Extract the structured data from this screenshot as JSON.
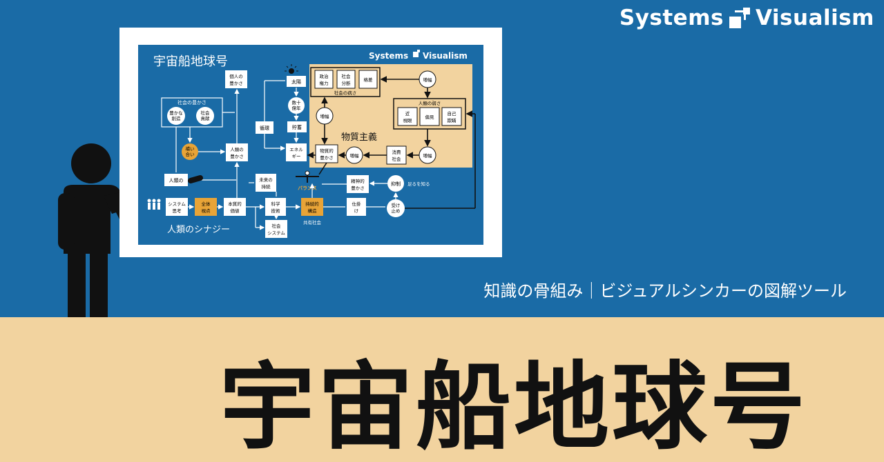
{
  "brand": {
    "left": "Systems",
    "right": "Visualism"
  },
  "tagline": "知識の骨組み｜ビジュアルシンカーの図解ツール",
  "title": "宇宙船地球号",
  "diagram": {
    "title": "宇宙船地球号",
    "brand_left": "Systems",
    "brand_right": "Visualism",
    "society_richness": "社会の豊かさ",
    "rich_creation": [
      "豊かな",
      "創造"
    ],
    "social_contribution": [
      "社会",
      "貢献"
    ],
    "individual_richness": [
      "個人の",
      "豊かさ"
    ],
    "sun": "太陽",
    "hundreds_years": [
      "数十",
      "億年"
    ],
    "storage": "貯蓄",
    "circulation": "循環",
    "energy": [
      "エネル",
      "ギー"
    ],
    "mutual_support": [
      "補い",
      "合い"
    ],
    "humanity_richness": [
      "人類の",
      "豊かさ"
    ],
    "future_sustain": [
      "未来の",
      "持続"
    ],
    "balance": "バランス",
    "spiritual_richness": [
      "精神的",
      "豊かさ"
    ],
    "suppression": "抑制",
    "know_enough": "足るを知る",
    "humanity_label": "人類の",
    "systems_thinking": [
      "システム",
      "思考"
    ],
    "overall_view": [
      "全体",
      "視点"
    ],
    "essential_value": [
      "本質的",
      "価値"
    ],
    "science_tech": [
      "科学",
      "技術"
    ],
    "social_system": [
      "社会",
      "システム"
    ],
    "sustainable_structure": [
      "持続的",
      "構造"
    ],
    "coexistence": "共有社会",
    "mechanism": [
      "仕掛",
      "け"
    ],
    "acceptance": [
      "受け",
      "止め"
    ],
    "synergy": "人類のシナジー",
    "politics": [
      "政治",
      "権力"
    ],
    "social_division": [
      "社会",
      "分断"
    ],
    "disparity": "格差",
    "society_sickness": "社会の病さ",
    "amplify": "増幅",
    "humanity_weakness": "人類の弱さ",
    "shortsighted": [
      "近",
      "視眼"
    ],
    "prejudice": "偏見",
    "self_deception": [
      "自己",
      "欺瞞"
    ],
    "materialism": "物質主義",
    "material_richness": [
      "物質的",
      "豊かさ"
    ],
    "consumer_society": [
      "消費",
      "社会"
    ]
  },
  "colors": {
    "blue": "#1a6ba6",
    "sand": "#f2d39f",
    "orange": "#e8a437",
    "white": "#ffffff",
    "black": "#111111"
  }
}
